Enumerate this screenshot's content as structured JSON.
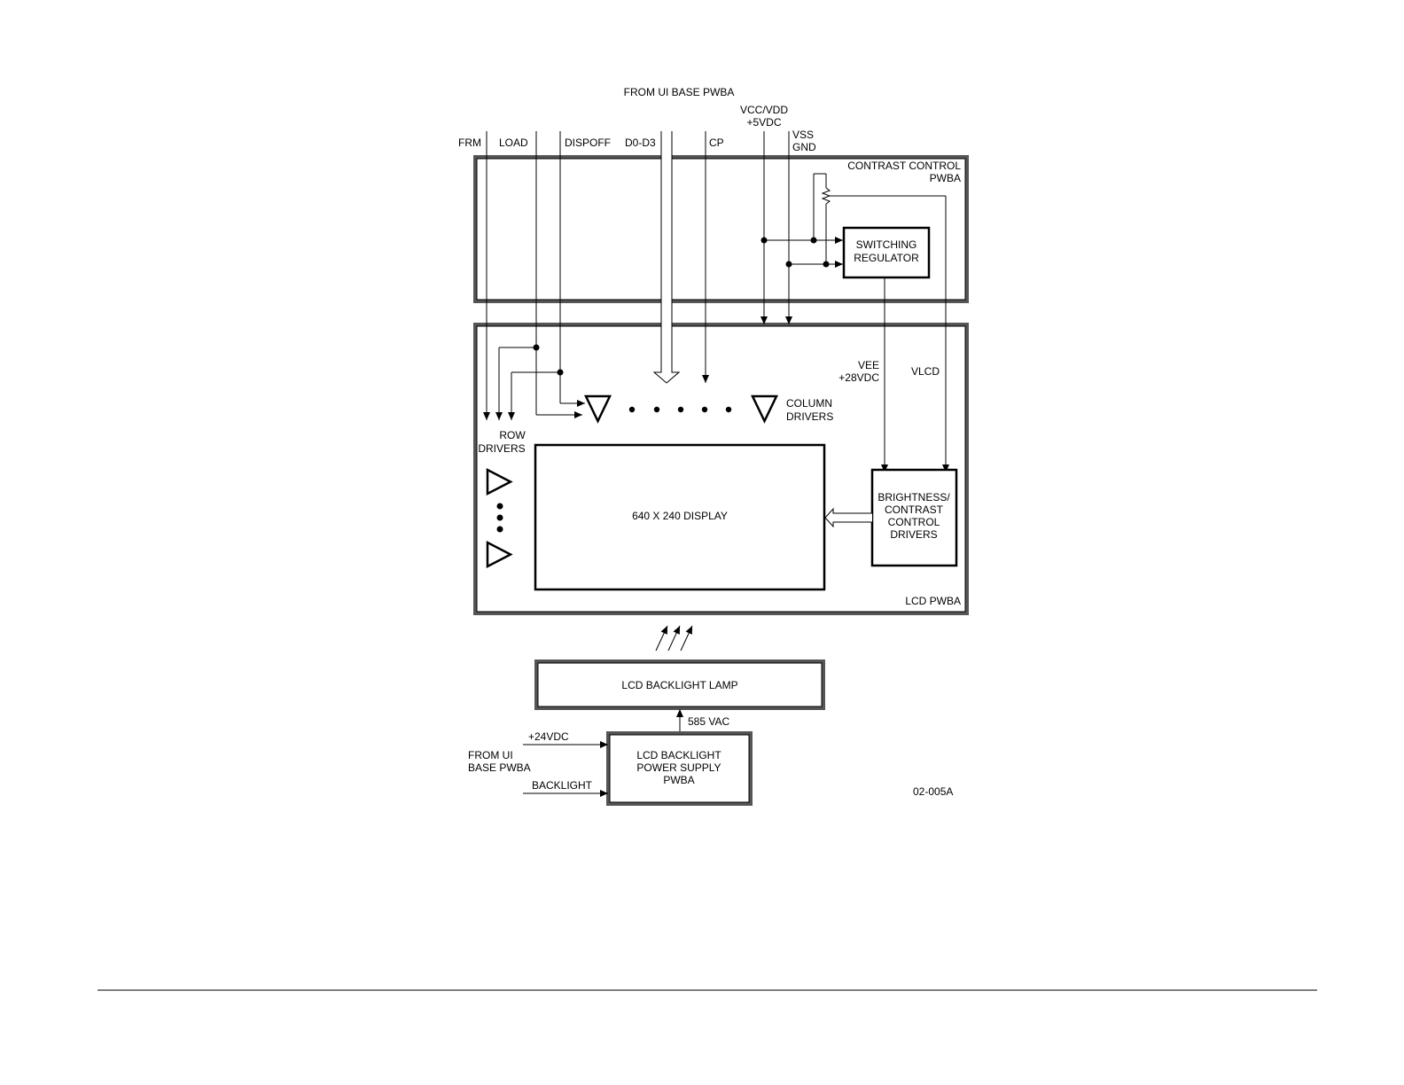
{
  "labels": {
    "from_ui_base_top": "FROM UI BASE PWBA",
    "vcc_vdd": "VCC/VDD",
    "plus5vdc": "+5VDC",
    "vss": "VSS",
    "gnd": "GND",
    "frm": "FRM",
    "load": "LOAD",
    "dispoff": "DISPOFF",
    "d0d3": "D0-D3",
    "cp": "CP",
    "contrast_control_1": "CONTRAST CONTROL",
    "contrast_control_2": "PWBA",
    "switching_1": "SWITCHING",
    "switching_2": "REGULATOR",
    "vee": "VEE",
    "plus28vdc": "+28VDC",
    "vlcd": "VLCD",
    "column_1": "COLUMN",
    "column_2": "DRIVERS",
    "row_1": "ROW",
    "row_2": "DRIVERS",
    "display": "640 X 240 DISPLAY",
    "bright_1": "BRIGHTNESS/",
    "bright_2": "CONTRAST",
    "bright_3": "CONTROL",
    "bright_4": "DRIVERS",
    "lcd_pwba": "LCD PWBA",
    "backlight_lamp": "LCD BACKLIGHT LAMP",
    "vac585": "585 VAC",
    "plus24vdc": "+24VDC",
    "from_ui_1": "FROM UI",
    "from_ui_2": "BASE PWBA",
    "backlight": "BACKLIGHT",
    "ps_1": "LCD BACKLIGHT",
    "ps_2": "POWER SUPPLY",
    "ps_3": "PWBA",
    "figure_id": "02-005A"
  }
}
